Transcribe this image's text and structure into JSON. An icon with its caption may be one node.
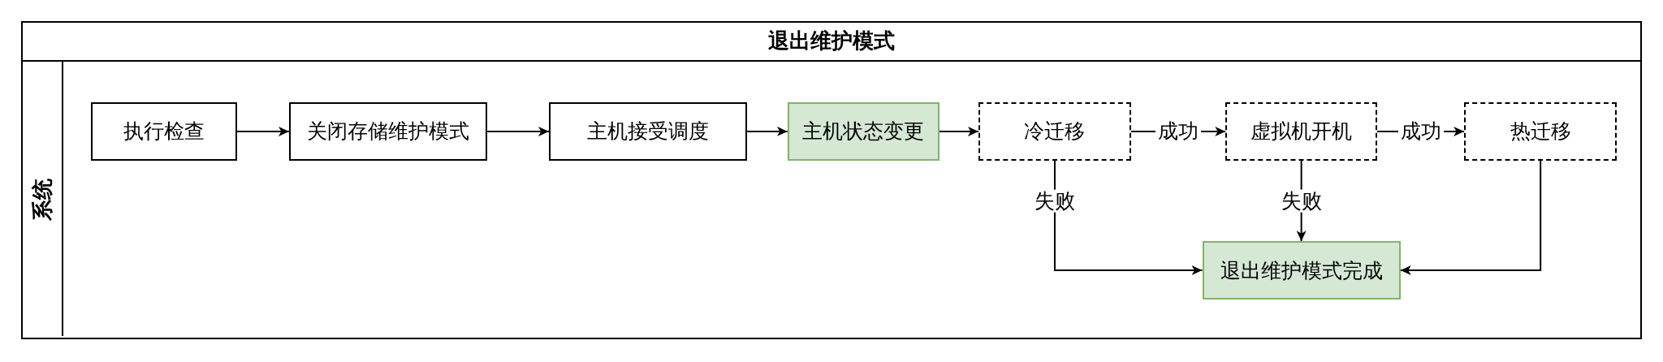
{
  "diagram": {
    "nodes": [
      {
        "text": [
          "退出维护模式"
        ]
      },
      {
        "text": [
          "系统"
        ],
        "in": 0
      },
      {
        "text": [
          "执行检查"
        ],
        "in": 1
      },
      {
        "text": [
          "关闭存储维护模式"
        ],
        "in": 1
      },
      {
        "text": [
          "主机接受调度"
        ],
        "in": 1
      },
      {
        "text": [
          "主机状态变更"
        ],
        "in": 1
      },
      {
        "text": [
          "冷迁移"
        ],
        "in": 1
      },
      {
        "text": [
          "虚拟机开机"
        ],
        "in": 1
      },
      {
        "text": [
          "热迁移"
        ],
        "in": 1
      },
      {
        "text": [
          "退出维护模式完成"
        ],
        "in": 1
      }
    ],
    "edges": [
      {
        "from": 2,
        "to": 3,
        "arrow": "to"
      },
      {
        "from": 3,
        "to": 4,
        "arrow": "to"
      },
      {
        "from": 4,
        "to": 5,
        "arrow": "to"
      },
      {
        "from": 5,
        "to": 6,
        "arrow": "to"
      },
      {
        "from": 6,
        "to": 7,
        "arrow": "to",
        "label": "成功"
      },
      {
        "from": 7,
        "to": 8,
        "arrow": "to",
        "label": "成功"
      },
      {
        "from": 6,
        "to": 9,
        "arrow": "to",
        "label": "失败"
      },
      {
        "from": 7,
        "to": 9,
        "arrow": "to",
        "label": "失败"
      },
      {
        "from": 8,
        "to": 9,
        "arrow": "to"
      }
    ]
  }
}
